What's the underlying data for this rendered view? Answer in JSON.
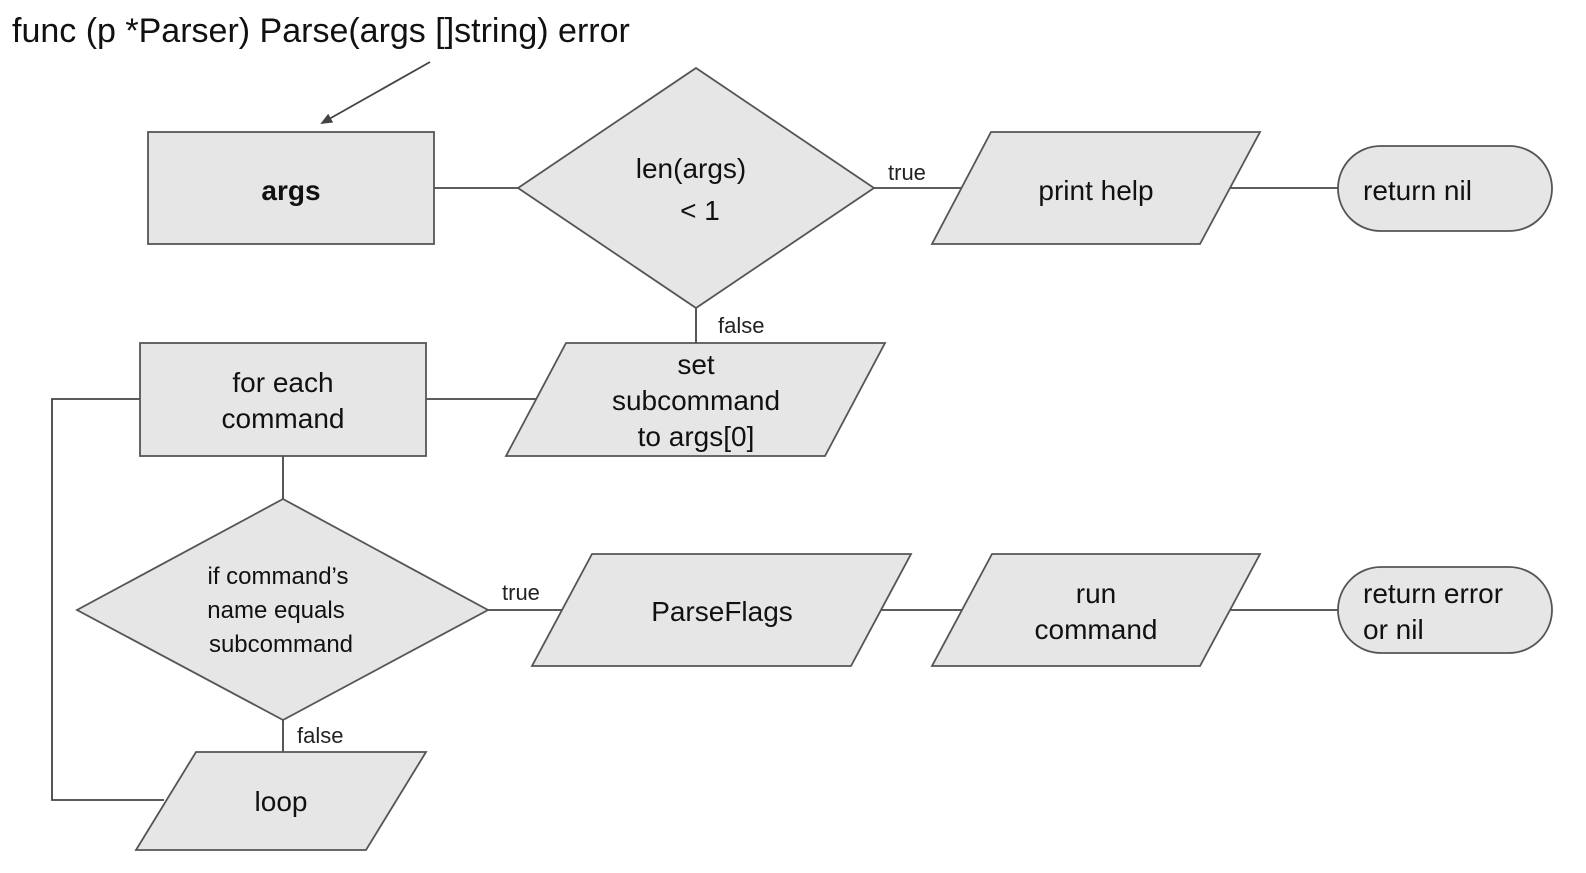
{
  "title": "func (p *Parser) Parse(args []string) error",
  "nodes": {
    "args": {
      "label": "args"
    },
    "len_check": {
      "line1": "len(args)",
      "line2": "< 1"
    },
    "print_help": {
      "label": "print help"
    },
    "return_nil": {
      "label": "return nil"
    },
    "set_subcommand": {
      "line1": "set",
      "line2": "subcommand",
      "line3": "to args[0]"
    },
    "for_each": {
      "line1": "for each",
      "line2": "command"
    },
    "if_command": {
      "line1": "if command’s",
      "line2": "name equals",
      "line3": "subcommand"
    },
    "parse_flags": {
      "label": "ParseFlags"
    },
    "run_command": {
      "line1": "run",
      "line2": "command"
    },
    "return_error": {
      "line1": "return error",
      "line2": "or nil"
    },
    "loop": {
      "label": "loop"
    }
  },
  "edges": {
    "len_true": "true",
    "len_false": "false",
    "if_true": "true",
    "if_false": "false"
  }
}
